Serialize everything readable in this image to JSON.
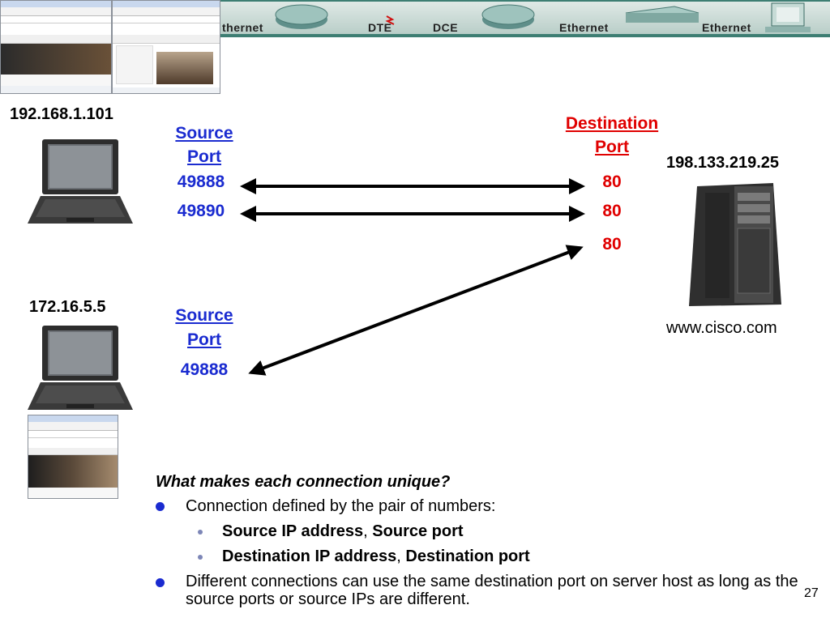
{
  "banner": {
    "labels": [
      "thernet",
      "DTE",
      "DCE",
      "Ethernet",
      "Ethernet"
    ]
  },
  "client1": {
    "ip": "192.168.1.101"
  },
  "client2": {
    "ip": "172.16.5.5"
  },
  "server": {
    "ip": "198.133.219.25",
    "host": "www.cisco.com"
  },
  "source_top": {
    "label_line1": "Source",
    "label_line2": "Port",
    "port1": "49888",
    "port2": "49890"
  },
  "source_bottom": {
    "label_line1": "Source",
    "label_line2": "Port",
    "port": "49888"
  },
  "destination": {
    "label_line1": "Destination",
    "label_line2": "Port",
    "ports": [
      "80",
      "80",
      "80"
    ]
  },
  "question": "What makes each connection unique?",
  "bullets": {
    "b1": "Connection defined by the pair of numbers:",
    "sub1_bold1": "Source IP address",
    "sub1_sep": ",",
    "sub1_bold2": "Source port",
    "sub2_bold1": "Destination IP address",
    "sub2_sep": ",",
    "sub2_bold2": "Destination port",
    "b2": "Different connections can use the same destination port on server host as long as the source ports or source IPs are different."
  },
  "page_number": "27",
  "colors": {
    "blue": "#1a2bd0",
    "red": "#e00000",
    "banner": "#3d7e73"
  }
}
